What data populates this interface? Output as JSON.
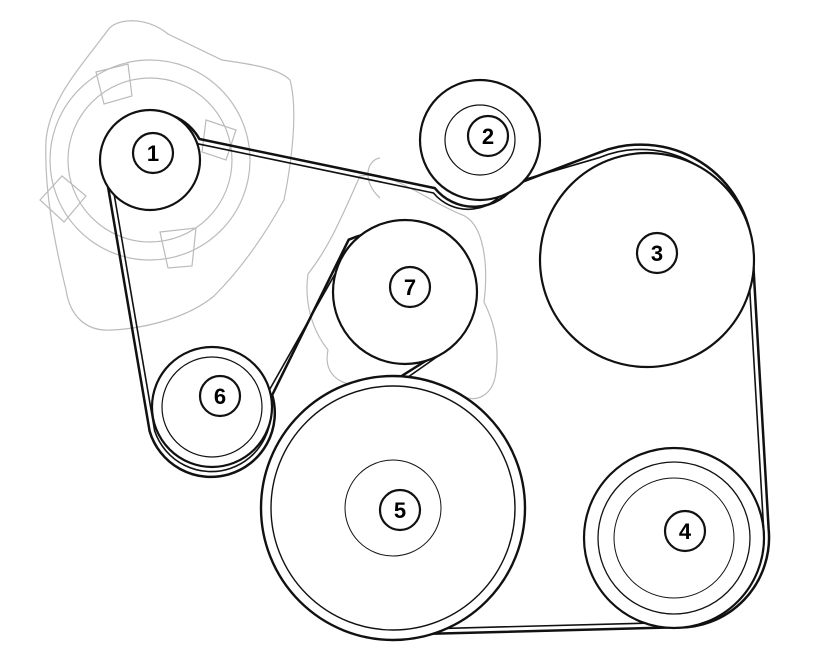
{
  "colors": {
    "line": "#111111",
    "faint": "#bbbbbb",
    "background": "#ffffff"
  },
  "pulleys": [
    {
      "id": "pulley-1",
      "label": "1"
    },
    {
      "id": "pulley-2",
      "label": "2"
    },
    {
      "id": "pulley-3",
      "label": "3"
    },
    {
      "id": "pulley-4",
      "label": "4"
    },
    {
      "id": "pulley-5",
      "label": "5"
    },
    {
      "id": "pulley-6",
      "label": "6"
    },
    {
      "id": "pulley-7",
      "label": "7"
    }
  ]
}
